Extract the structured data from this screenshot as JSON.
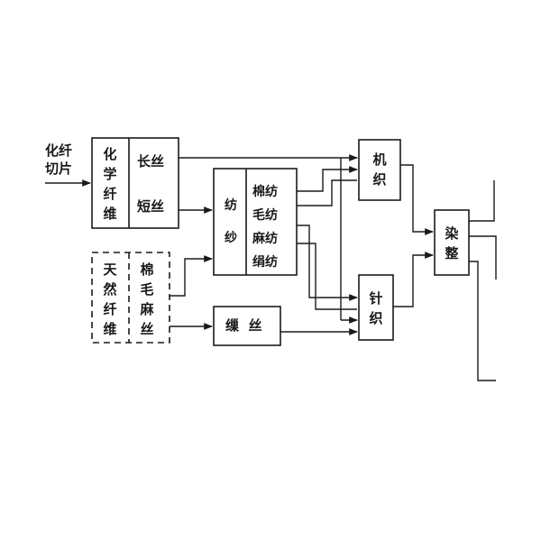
{
  "input": {
    "label_line1": "化纤",
    "label_line2": "切片"
  },
  "chemical_fiber": {
    "title": "化学纤维",
    "filament": "长丝",
    "staple": "短丝"
  },
  "natural_fiber": {
    "title": "天然纤维",
    "fibers": "棉毛麻丝"
  },
  "spinning": {
    "title": "纺纱",
    "items": [
      "棉纺",
      "毛纺",
      "麻纺",
      "绢纺"
    ]
  },
  "reeling": {
    "label": "缫  丝"
  },
  "weaving": {
    "label": "机织"
  },
  "knitting": {
    "label": "针织"
  },
  "dyeing_finishing": {
    "label": "染整"
  },
  "colors": {
    "ink": "#1a1a1a",
    "background": "#ffffff"
  }
}
